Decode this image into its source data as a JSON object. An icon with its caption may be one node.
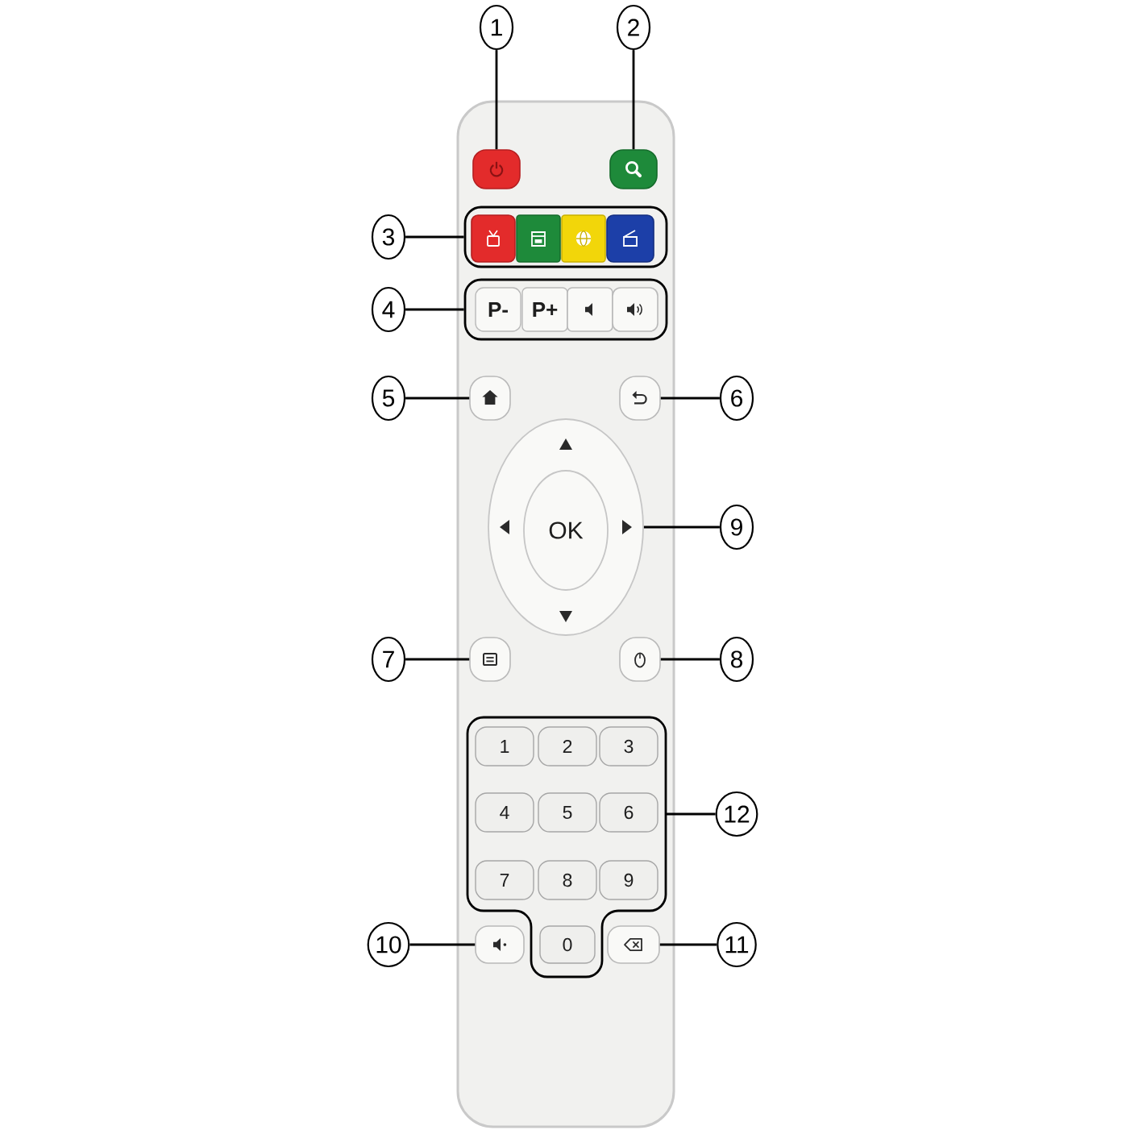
{
  "diagram": {
    "nodes": [
      {
        "text": [
          "1"
        ]
      },
      {
        "text": [],
        "shape": "box"
      },
      {
        "text": [
          "2"
        ]
      },
      {
        "text": [],
        "shape": "box"
      },
      {
        "text": [
          "3"
        ]
      },
      {
        "text": [],
        "shape": "box"
      },
      {
        "text": [],
        "shape": "box",
        "in": 5
      },
      {
        "text": [],
        "shape": "box",
        "in": 5
      },
      {
        "text": [],
        "shape": "box",
        "in": 5
      },
      {
        "text": [],
        "shape": "box",
        "in": 5
      },
      {
        "text": [
          "4"
        ]
      },
      {
        "text": [],
        "shape": "box"
      },
      {
        "text": [
          "P-"
        ],
        "in": 11
      },
      {
        "text": [
          "P+"
        ],
        "in": 11
      },
      {
        "text": [],
        "shape": "box",
        "in": 11
      },
      {
        "text": [],
        "shape": "box",
        "in": 11
      },
      {
        "text": [
          "5"
        ]
      },
      {
        "text": [],
        "shape": "box"
      },
      {
        "text": [],
        "shape": "box"
      },
      {
        "text": [
          "6"
        ]
      },
      {
        "text": [],
        "shape": "circle"
      },
      {
        "text": [
          "OK"
        ],
        "in": 20
      },
      {
        "text": [
          "9"
        ]
      },
      {
        "text": [
          "7"
        ]
      },
      {
        "text": [],
        "shape": "box"
      },
      {
        "text": [],
        "shape": "box"
      },
      {
        "text": [
          "8"
        ]
      },
      {
        "text": [],
        "shape": "box"
      },
      {
        "text": [
          "1"
        ],
        "in": 27
      },
      {
        "text": [
          "2"
        ],
        "in": 27
      },
      {
        "text": [
          "3"
        ],
        "in": 27
      },
      {
        "text": [
          "4"
        ],
        "in": 27
      },
      {
        "text": [
          "5"
        ],
        "in": 27
      },
      {
        "text": [
          "6"
        ],
        "in": 27
      },
      {
        "text": [
          "7"
        ],
        "in": 27
      },
      {
        "text": [
          "8"
        ],
        "in": 27
      },
      {
        "text": [
          "9"
        ],
        "in": 27
      },
      {
        "text": [
          "12"
        ]
      },
      {
        "text": [
          "10"
        ]
      },
      {
        "text": [],
        "shape": "box"
      },
      {
        "text": [
          "0"
        ],
        "in": 27
      },
      {
        "text": [],
        "shape": "box"
      },
      {
        "text": [
          "11"
        ]
      }
    ],
    "edges": [
      {
        "from": 0,
        "to": 1,
        "arrow": "none"
      },
      {
        "from": 2,
        "to": 3,
        "arrow": "none"
      },
      {
        "from": 4,
        "to": 5,
        "arrow": "none"
      },
      {
        "from": 10,
        "to": 11,
        "arrow": "none"
      },
      {
        "from": 16,
        "to": 17,
        "arrow": "none"
      },
      {
        "from": 19,
        "to": 18,
        "arrow": "none"
      },
      {
        "from": 23,
        "to": 24,
        "arrow": "none"
      },
      {
        "from": 26,
        "to": 25,
        "arrow": "none"
      },
      {
        "from": 22,
        "to": 20,
        "arrow": "none"
      },
      {
        "from": 38,
        "to": 39,
        "arrow": "none"
      },
      {
        "from": 42,
        "to": 41,
        "arrow": "none"
      },
      {
        "from": 37,
        "to": 27,
        "arrow": "none"
      }
    ]
  }
}
